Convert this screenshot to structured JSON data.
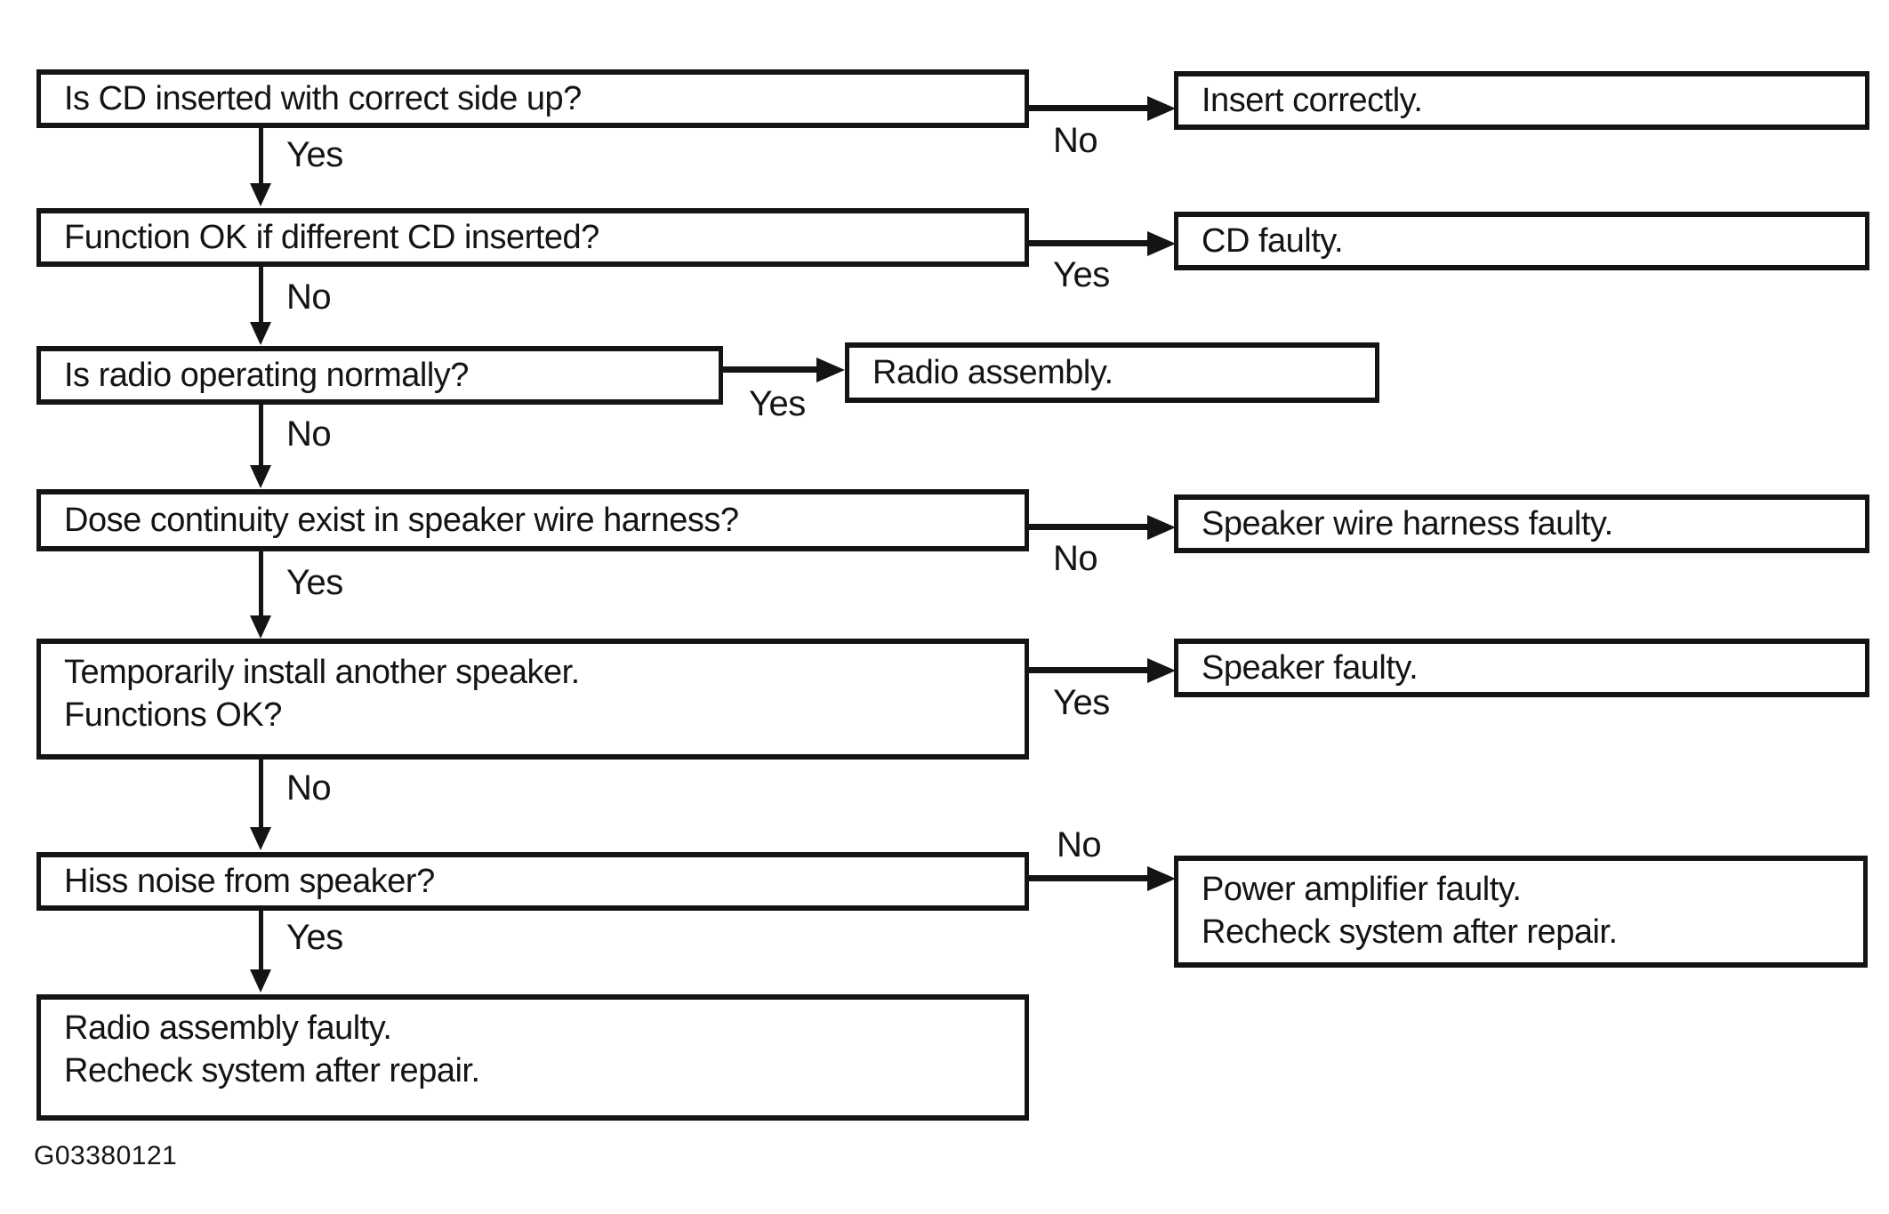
{
  "figure": {
    "code": "G03380121"
  },
  "colors": {
    "ink": "#141414",
    "paper": "#ffffff"
  },
  "flowchart": {
    "nodes": {
      "q1": {
        "line1": "Is CD inserted with correct side up?"
      },
      "a1": {
        "line1": "Insert correctly."
      },
      "q2": {
        "line1": "Function OK if different CD inserted?"
      },
      "a2": {
        "line1": "CD faulty."
      },
      "q3": {
        "line1": "Is radio operating normally?"
      },
      "a3": {
        "line1": "Radio assembly."
      },
      "q4": {
        "line1": "Dose continuity exist in speaker wire harness?"
      },
      "a4": {
        "line1": "Speaker wire harness faulty."
      },
      "q5": {
        "line1": "Temporarily install another speaker.",
        "line2": "Functions OK?"
      },
      "a5": {
        "line1": "Speaker faulty."
      },
      "q6": {
        "line1": "Hiss noise from speaker?"
      },
      "a6": {
        "line1": "Power amplifier faulty.",
        "line2": "Recheck system after repair."
      },
      "end": {
        "line1": "Radio assembly faulty.",
        "line2": "Recheck system after repair."
      }
    },
    "edge_labels": {
      "q1_yes": "Yes",
      "q1_no": "No",
      "q2_yes": "Yes",
      "q2_no": "No",
      "q3_yes": "Yes",
      "q3_no": "No",
      "q4_yes": "Yes",
      "q4_no": "No",
      "q5_yes": "Yes",
      "q5_no": "No",
      "q6_yes": "Yes",
      "q6_no": "No"
    }
  }
}
